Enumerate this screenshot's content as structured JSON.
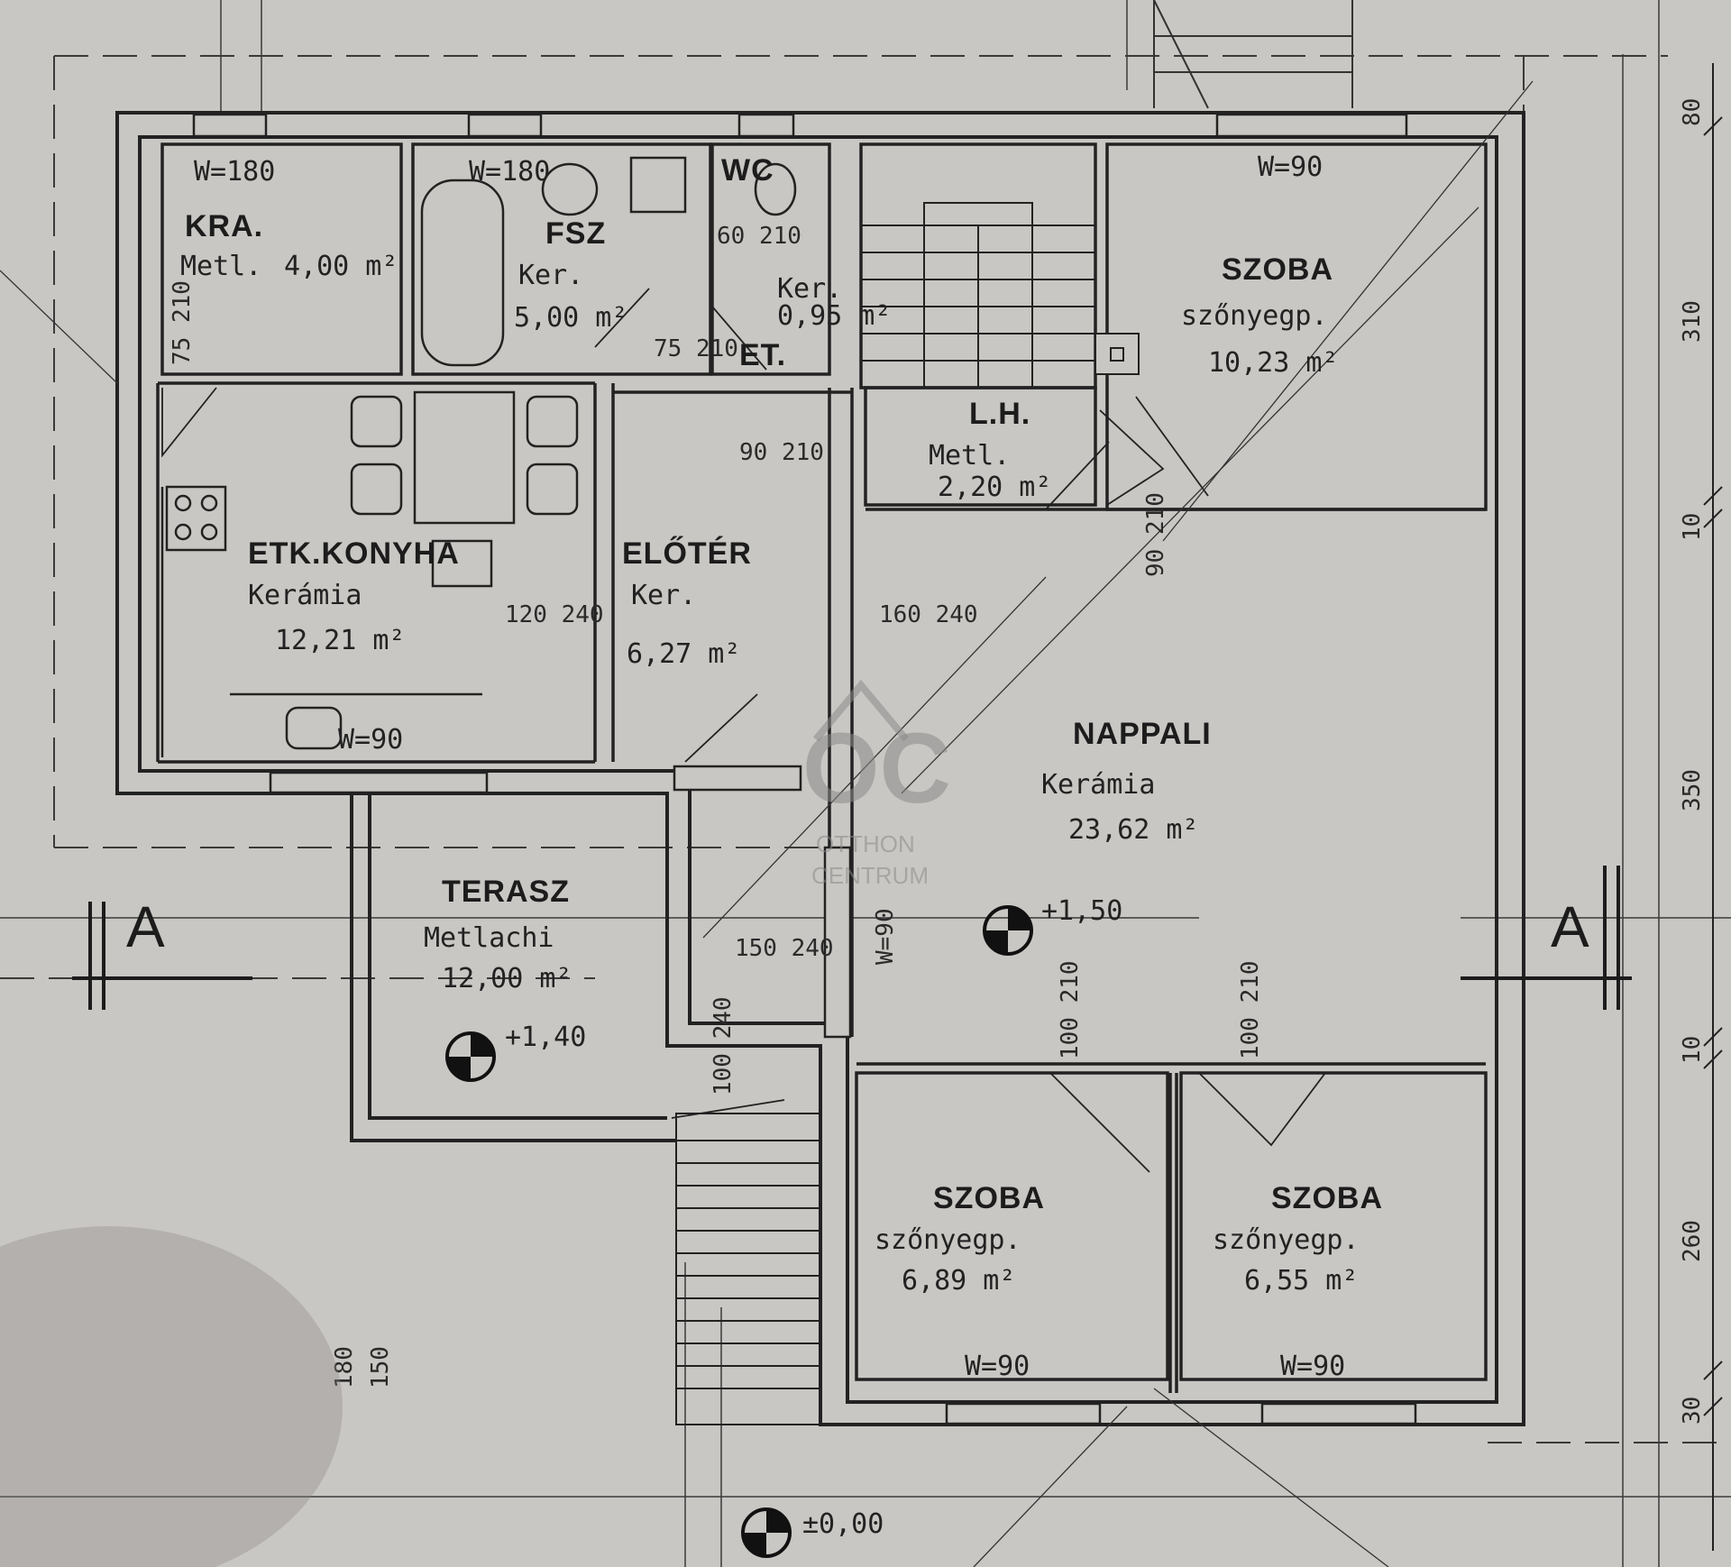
{
  "rooms": {
    "kra": {
      "name": "KRA.",
      "floor": "Metl.",
      "area": "4,00 m²",
      "window": "W=180"
    },
    "fsz": {
      "name": "FSZ",
      "floor": "Ker.",
      "area": "5,00 m²",
      "window": "W=180",
      "door": "75 210"
    },
    "wc": {
      "name": "WC",
      "floor": "Ker.",
      "area": "0,95 m²",
      "door": "60 210",
      "et": "ET."
    },
    "konyha": {
      "name": "ETK.KONYHA",
      "floor": "Kerámia",
      "area": "12,21 m²",
      "window": "W=90"
    },
    "eloter": {
      "name": "ELŐTÉR",
      "floor": "Ker.",
      "area": "6,27 m²"
    },
    "lh": {
      "name": "L.H.",
      "floor": "Metl.",
      "area": "2,20 m²",
      "door": "90 210"
    },
    "szoba1": {
      "name": "SZOBA",
      "floor": "szőnyegp.",
      "area": "10,23 m²",
      "window": "W=90"
    },
    "nappali": {
      "name": "NAPPALI",
      "floor": "Kerámia",
      "area": "23,62 m²",
      "level": "+1,50"
    },
    "terasz": {
      "name": "TERASZ",
      "floor": "Metlachi",
      "area": "12,00 m²",
      "level": "+1,40"
    },
    "szoba2": {
      "name": "SZOBA",
      "floor": "szőnyegp.",
      "area": "6,89 m²",
      "window": "W=90"
    },
    "szoba3": {
      "name": "SZOBA",
      "floor": "szőnyegp.",
      "area": "6,55 m²",
      "window": "W=90"
    }
  },
  "doors": {
    "kra": "75 210",
    "konyha_eloter": "120 240",
    "eloter_nappali": "160 240",
    "terasz_door": "150 240",
    "side_window": "W=90",
    "stair_door": "100 240",
    "lh": "90 210",
    "nappali_szoba2": "100 210",
    "nappali_szoba3": "100 210",
    "szoba1_door": "90 210"
  },
  "dims": {
    "right_1": "80",
    "right_2": "310",
    "right_3": "10",
    "right_4": "350",
    "right_5": "10",
    "right_6": "260",
    "right_7": "30",
    "bottom_1": "180",
    "bottom_2": "150"
  },
  "section": {
    "left": "A",
    "right": "A"
  },
  "ground_level": "±0,00",
  "watermark": {
    "logo": "OC",
    "line1": "OTTHON",
    "line2": "CENTRUM"
  }
}
